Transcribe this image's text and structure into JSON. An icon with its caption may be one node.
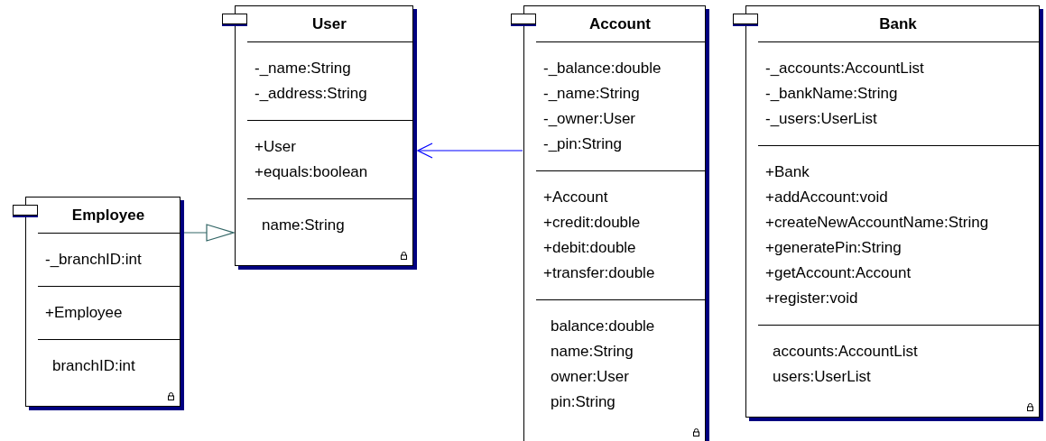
{
  "diagram": {
    "nodes": [
      {
        "text": [
          "User",
          "-_name:String",
          "-_address:String",
          "+User",
          "+equals:boolean",
          "name:String"
        ]
      },
      {
        "text": [
          "Account",
          "-_balance:double",
          "-_name:String",
          "-_owner:User",
          "-_pin:String",
          "+Account",
          "+credit:double",
          "+debit:double",
          "+transfer:double",
          "balance:double",
          "name:String",
          "owner:User",
          "pin:String"
        ]
      },
      {
        "text": [
          "Bank",
          "-_accounts:AccountList",
          "-_bankName:String",
          "-_users:UserList",
          "+Bank",
          "+addAccount:void",
          "+createNewAccountName:String",
          "+generatePin:String",
          "+getAccount:Account",
          "+register:void",
          "accounts:AccountList",
          "users:UserList"
        ]
      },
      {
        "text": [
          "Employee",
          "-_branchID:int",
          "+Employee",
          "branchID:int"
        ]
      }
    ],
    "edges": [
      {
        "from": 3,
        "to": 0,
        "arrow": "to",
        "color": "#336666"
      },
      {
        "from": 1,
        "to": 0,
        "arrow": "to",
        "color": "#0000ff"
      }
    ]
  }
}
